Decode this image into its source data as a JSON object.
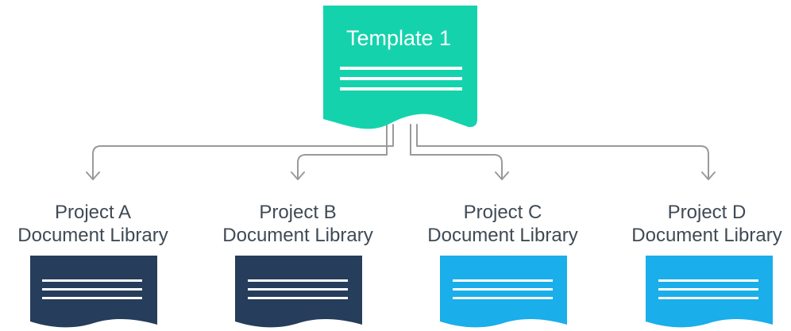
{
  "template": {
    "title": "Template 1",
    "color": "#14d3ac"
  },
  "libraries": [
    {
      "line1": "Project A",
      "line2": "Document Library",
      "color": "#263d5b"
    },
    {
      "line1": "Project B",
      "line2": "Document Library",
      "color": "#263d5b"
    },
    {
      "line1": "Project C",
      "line2": "Document Library",
      "color": "#1aaeea"
    },
    {
      "line1": "Project D",
      "line2": "Document Library",
      "color": "#1aaeea"
    }
  ],
  "connector_color": "#9a9a9a"
}
